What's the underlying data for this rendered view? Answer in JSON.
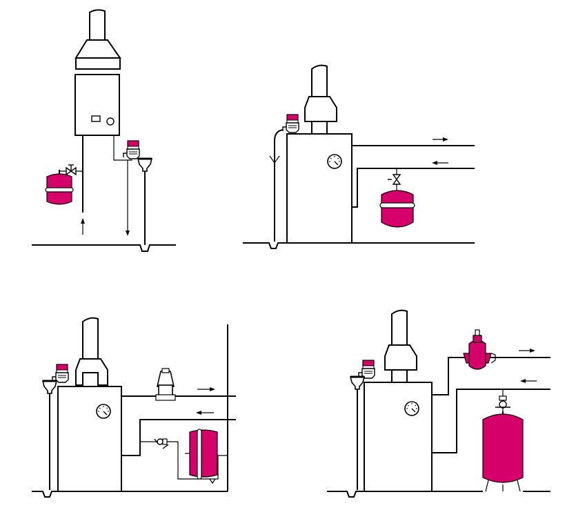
{
  "colors": {
    "line": "#000000",
    "accent": "#d6006b",
    "background": "#ffffff"
  },
  "diagrams": [
    {
      "id": "wall-hung-boiler-expansion-vessel",
      "components": [
        "flue-pipe",
        "draft-hood",
        "boiler-casing",
        "expansion-vessel",
        "isolating-valve",
        "safety-valve",
        "tundish",
        "drain-trap"
      ]
    },
    {
      "id": "floor-boiler-vessel-on-return",
      "components": [
        "flue-pipe",
        "boiler-casing",
        "pressure-gauge",
        "safety-valve",
        "expansion-vessel",
        "isolating-valve",
        "flow-arrow",
        "return-arrow",
        "drain-trap"
      ]
    },
    {
      "id": "floor-boiler-dirt-separator",
      "components": [
        "flue-pipe",
        "boiler-casing",
        "pressure-gauge",
        "safety-valve",
        "dirt-separator",
        "expansion-vessel",
        "fill-valve",
        "flow-arrow",
        "return-arrow"
      ]
    },
    {
      "id": "floor-boiler-air-separator-large-vessel",
      "components": [
        "flue-pipe",
        "boiler-casing",
        "pressure-gauge",
        "safety-valve",
        "air-separator",
        "large-expansion-vessel",
        "vessel-valve",
        "flow-arrow",
        "return-arrow"
      ]
    }
  ]
}
